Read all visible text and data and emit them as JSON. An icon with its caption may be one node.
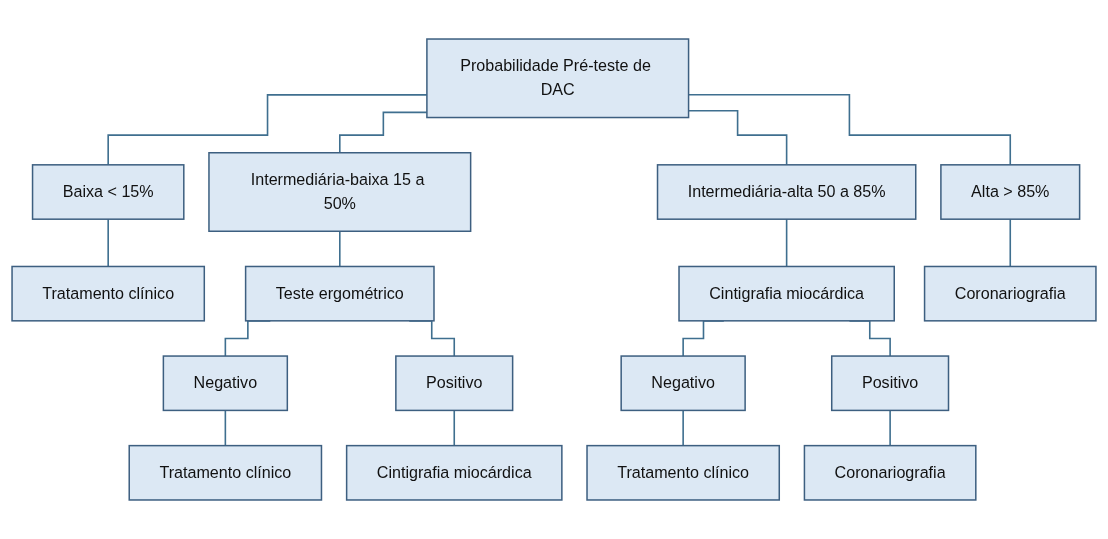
{
  "diagram": {
    "nodes": [
      {
        "text": [
          "Probabilidade Pré-teste de DAC"
        ]
      },
      {
        "text": [
          "Baixa < 15%"
        ]
      },
      {
        "text": [
          "Intermediária-baixa 15 a 50%"
        ]
      },
      {
        "text": [
          "Intermediária-alta 50 a 85%"
        ]
      },
      {
        "text": [
          "Alta > 85%"
        ]
      },
      {
        "text": [
          "Tratamento clínico"
        ]
      },
      {
        "text": [
          "Teste ergométrico"
        ]
      },
      {
        "text": [
          "Cintigrafia miocárdica"
        ]
      },
      {
        "text": [
          "Coronariografia"
        ]
      },
      {
        "text": [
          "Negativo"
        ]
      },
      {
        "text": [
          "Positivo"
        ]
      },
      {
        "text": [
          "Negativo"
        ]
      },
      {
        "text": [
          "Positivo"
        ]
      },
      {
        "text": [
          "Tratamento clínico"
        ]
      },
      {
        "text": [
          "Cintigrafia miocárdica"
        ]
      },
      {
        "text": [
          "Tratamento clínico"
        ]
      },
      {
        "text": [
          "Coronariografia"
        ]
      }
    ],
    "edges": [
      {
        "from": 0,
        "to": 1,
        "arrow": "none"
      },
      {
        "from": 0,
        "to": 2,
        "arrow": "none"
      },
      {
        "from": 0,
        "to": 3,
        "arrow": "none"
      },
      {
        "from": 0,
        "to": 4,
        "arrow": "none"
      },
      {
        "from": 1,
        "to": 5,
        "arrow": "none"
      },
      {
        "from": 2,
        "to": 6,
        "arrow": "none"
      },
      {
        "from": 3,
        "to": 7,
        "arrow": "none"
      },
      {
        "from": 4,
        "to": 8,
        "arrow": "none"
      },
      {
        "from": 6,
        "to": 9,
        "arrow": "none"
      },
      {
        "from": 6,
        "to": 10,
        "arrow": "none"
      },
      {
        "from": 7,
        "to": 11,
        "arrow": "none"
      },
      {
        "from": 7,
        "to": 12,
        "arrow": "none"
      },
      {
        "from": 9,
        "to": 13,
        "arrow": "none"
      },
      {
        "from": 10,
        "to": 14,
        "arrow": "none"
      },
      {
        "from": 11,
        "to": 15,
        "arrow": "none"
      },
      {
        "from": 12,
        "to": 16,
        "arrow": "none"
      }
    ]
  }
}
